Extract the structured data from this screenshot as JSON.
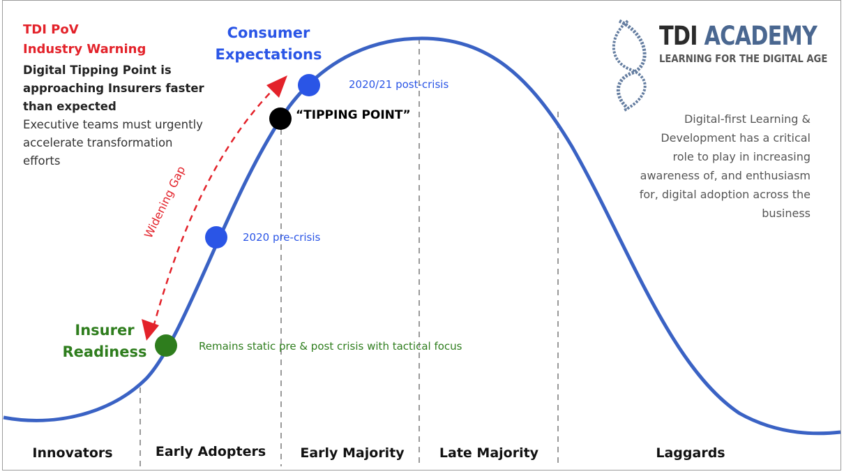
{
  "warning": {
    "title1": "TDI PoV",
    "title2": "Industry Warning",
    "bold_lines": [
      "Digital Tipping Point is",
      "approaching Insurers faster",
      "than expected"
    ],
    "normal_lines": [
      "Executive teams must urgently",
      "accelerate transformation",
      "efforts"
    ]
  },
  "consumer": {
    "label_line1": "Consumer",
    "label_line2": "Expectations",
    "post_crisis": "2020/21 post-crisis",
    "pre_crisis": "2020 pre-crisis"
  },
  "tipping_point": "“TIPPING POINT”",
  "insurer": {
    "label_line1": "Insurer",
    "label_line2": "Readiness",
    "note": "Remains static pre & post crisis with tactical focus"
  },
  "gap_label": "Widening Gap",
  "categories": [
    "Innovators",
    "Early Adopters",
    "Early Majority",
    "Late Majority",
    "Laggards"
  ],
  "logo": {
    "part1": "TDI",
    "part2": "ACADEMY",
    "tagline": "LEARNING FOR THE DIGITAL AGE"
  },
  "side_note": "Digital-first Learning & Development has a critical role to play in increasing awareness of, and enthusiasm for, digital adoption across the business",
  "colors": {
    "curve": "#3a62c4",
    "warning": "#e3222a",
    "consumer": "#2a55e6",
    "insurer": "#2e7d1d",
    "tipping": "#000000",
    "logo_dark": "#2b2b2b",
    "logo_blue": "#4a6790"
  }
}
